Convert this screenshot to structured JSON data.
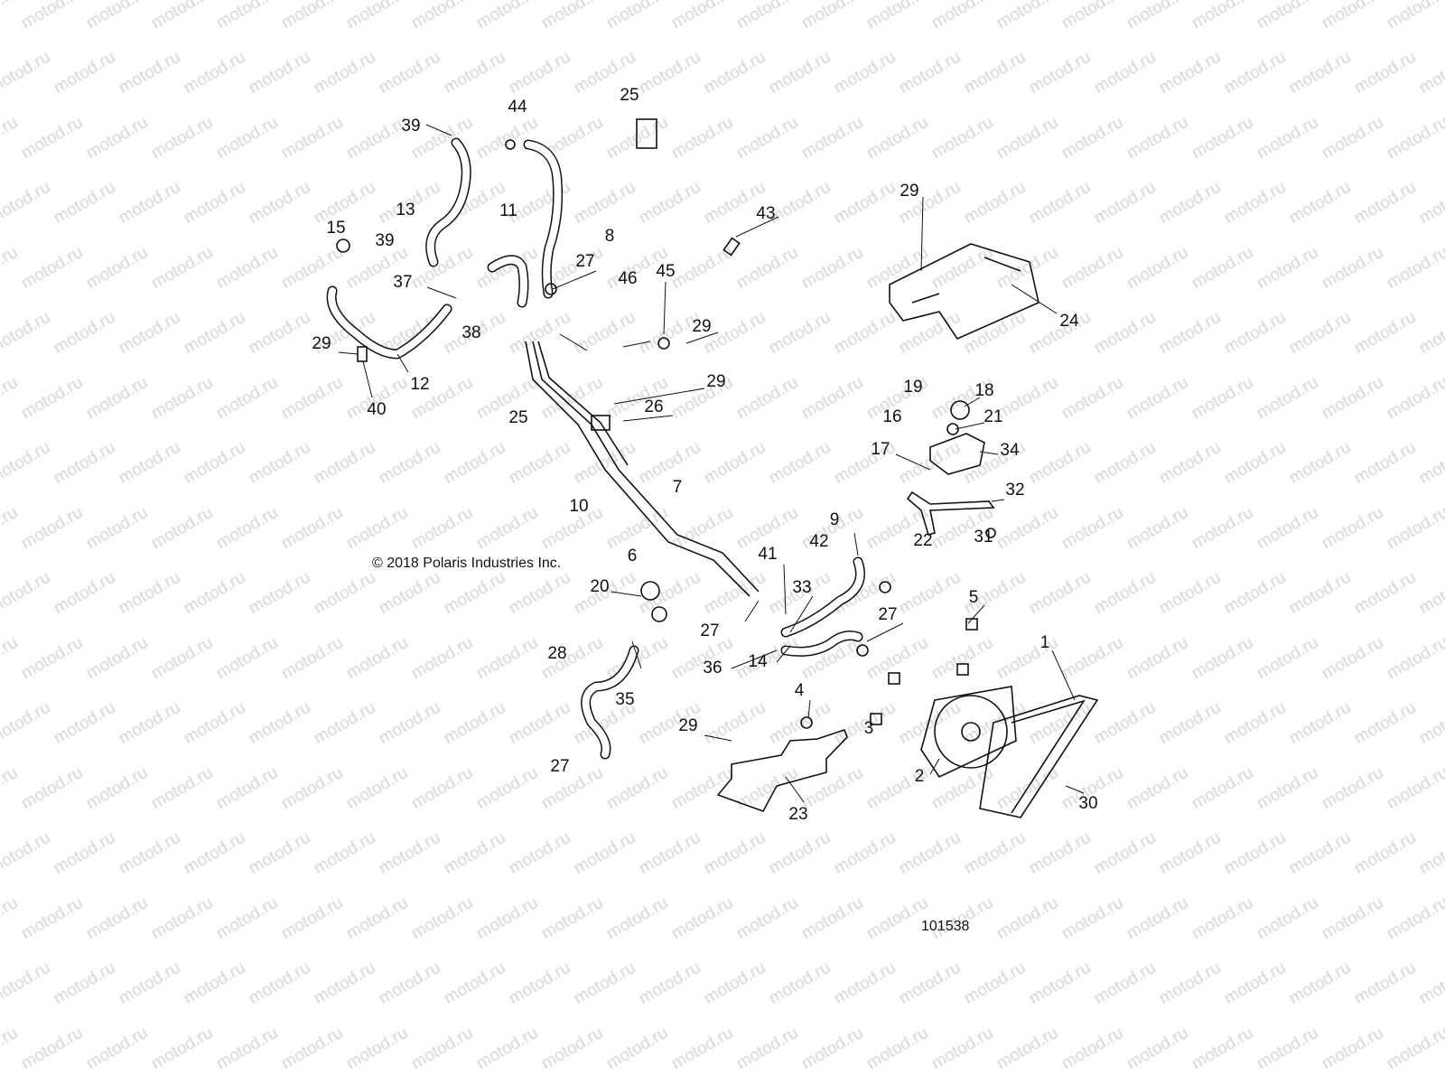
{
  "watermark": "motod.ru",
  "copyright": "© 2018 Polaris Industries Inc.",
  "diagram_number": "101538",
  "callouts": [
    "39",
    "44",
    "25",
    "13",
    "11",
    "8",
    "15",
    "39",
    "37",
    "27",
    "38",
    "46",
    "45",
    "29",
    "43",
    "29",
    "24",
    "29",
    "12",
    "40",
    "29",
    "25",
    "26",
    "19",
    "18",
    "21",
    "16",
    "34",
    "17",
    "32",
    "7",
    "10",
    "9",
    "22",
    "31",
    "41",
    "42",
    "6",
    "5",
    "20",
    "33",
    "27",
    "27",
    "28",
    "14",
    "36",
    "1",
    "35",
    "4",
    "3",
    "29",
    "2",
    "27",
    "30",
    "23"
  ],
  "colors": {
    "ink": "#111111",
    "watermark": "#d4d4d4",
    "background": "#ffffff"
  }
}
